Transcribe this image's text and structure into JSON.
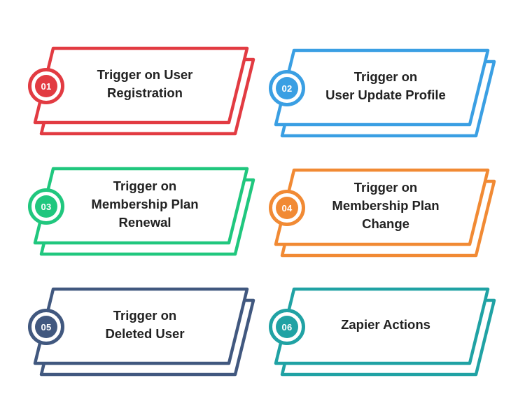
{
  "cards": [
    {
      "number": "01",
      "lines": [
        "Trigger on User",
        "Registration"
      ],
      "color": "#e23b42"
    },
    {
      "number": "02",
      "lines": [
        "Trigger on",
        "User Update Profile"
      ],
      "color": "#3a9fe3"
    },
    {
      "number": "03",
      "lines": [
        "Trigger on",
        "Membership Plan",
        "Renewal"
      ],
      "color": "#20c77e"
    },
    {
      "number": "04",
      "lines": [
        "Trigger on",
        "Membership Plan",
        "Change"
      ],
      "color": "#f18a34"
    },
    {
      "number": "05",
      "lines": [
        "Trigger on",
        "Deleted User"
      ],
      "color": "#41587f"
    },
    {
      "number": "06",
      "lines": [
        "Zapier Actions"
      ],
      "color": "#20a2a4"
    }
  ]
}
